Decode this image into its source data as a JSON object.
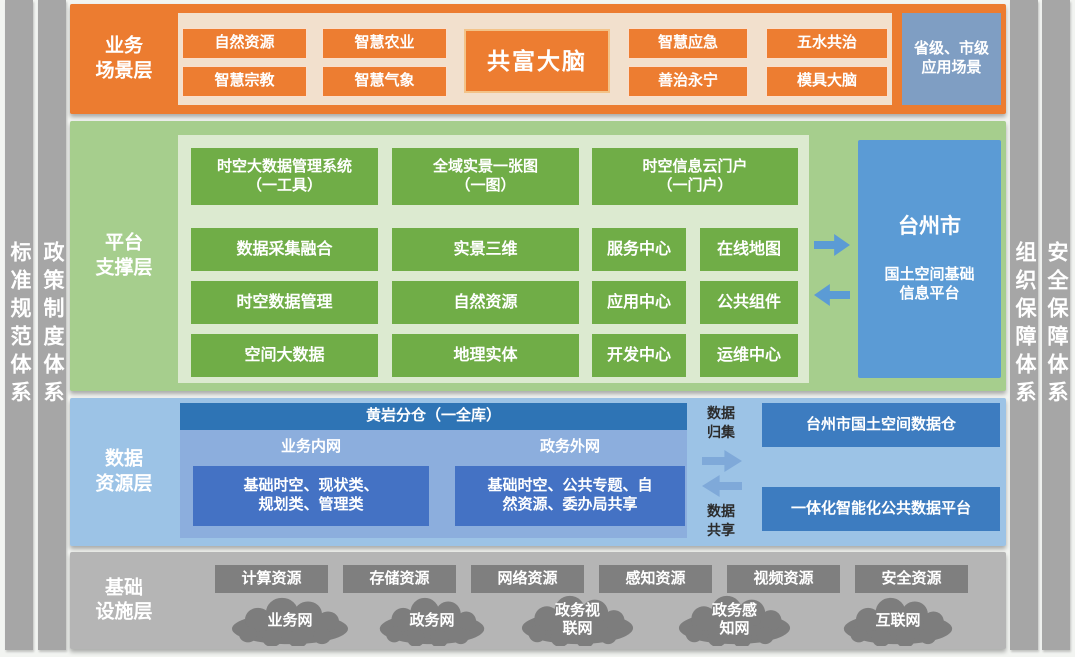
{
  "colors": {
    "orange": "#ED7D31",
    "cream_panel": "#F2E0CD",
    "scenario_side_box": "#7F9EC3",
    "green_outer": "#A6CE8D",
    "green_panel": "#DCEAD0",
    "green_button": "#70AD47",
    "blue_accent": "#5B9BD5",
    "data_outer": "#9CC3E6",
    "data_header": "#2E74B5",
    "data_panel": "#8CAEDD",
    "data_box": "#4472C4",
    "data_right_box": "#3D7CC0",
    "infra_outer": "#B5B5B5",
    "infra_button": "#7F7F7F",
    "cloud": "#7D7D7D",
    "side_bar": "#A6A6A6"
  },
  "side_bars": {
    "left": [
      "标准规范体系",
      "政策制度体系"
    ],
    "right": [
      "组织保障体系",
      "安全保障体系"
    ]
  },
  "scenario_layer": {
    "label": "业务\n场景层",
    "buttons": [
      "自然资源",
      "智慧农业",
      "智慧宗教",
      "智慧气象",
      "智慧应急",
      "五水共治",
      "善治永宁",
      "模具大脑"
    ],
    "center_button": "共富大脑",
    "side_box": "省级、市级\n应用场景"
  },
  "platform_layer": {
    "label": "平台\n支撑层",
    "headers": [
      "时空大数据管理系统\n（一工具）",
      "全域实景一张图\n（一图）",
      "时空信息云门户\n（一门户）"
    ],
    "col1": [
      "数据采集融合",
      "时空数据管理",
      "空间大数据"
    ],
    "col2": [
      "实景三维",
      "自然资源",
      "地理实体"
    ],
    "col3": [
      "服务中心",
      "应用中心",
      "开发中心"
    ],
    "col4": [
      "在线地图",
      "公共组件",
      "运维中心"
    ],
    "platform_box": {
      "city": "台州市",
      "name": "国土空间基础\n信息平台"
    }
  },
  "data_layer": {
    "label": "数据\n资源层",
    "warehouse_header": "黄岩分仓（一全库）",
    "intranet": {
      "title": "业务内网",
      "content": "基础时空、现状类、\n规划类、管理类"
    },
    "extranet": {
      "title": "政务外网",
      "content": "基础时空、公共专题、自\n然资源、委办局共享"
    },
    "flow_collect": "数据\n归集",
    "flow_share": "数据\n共享",
    "right_boxes": [
      "台州市国土空间数据仓",
      "一体化智能化公共数据平台"
    ]
  },
  "infra_layer": {
    "label": "基础\n设施层",
    "resources": [
      "计算资源",
      "存储资源",
      "网络资源",
      "感知资源",
      "视频资源",
      "安全资源"
    ],
    "networks": [
      "业务网",
      "政务网",
      "政务视\n联网",
      "政务感\n知网",
      "互联网"
    ]
  }
}
